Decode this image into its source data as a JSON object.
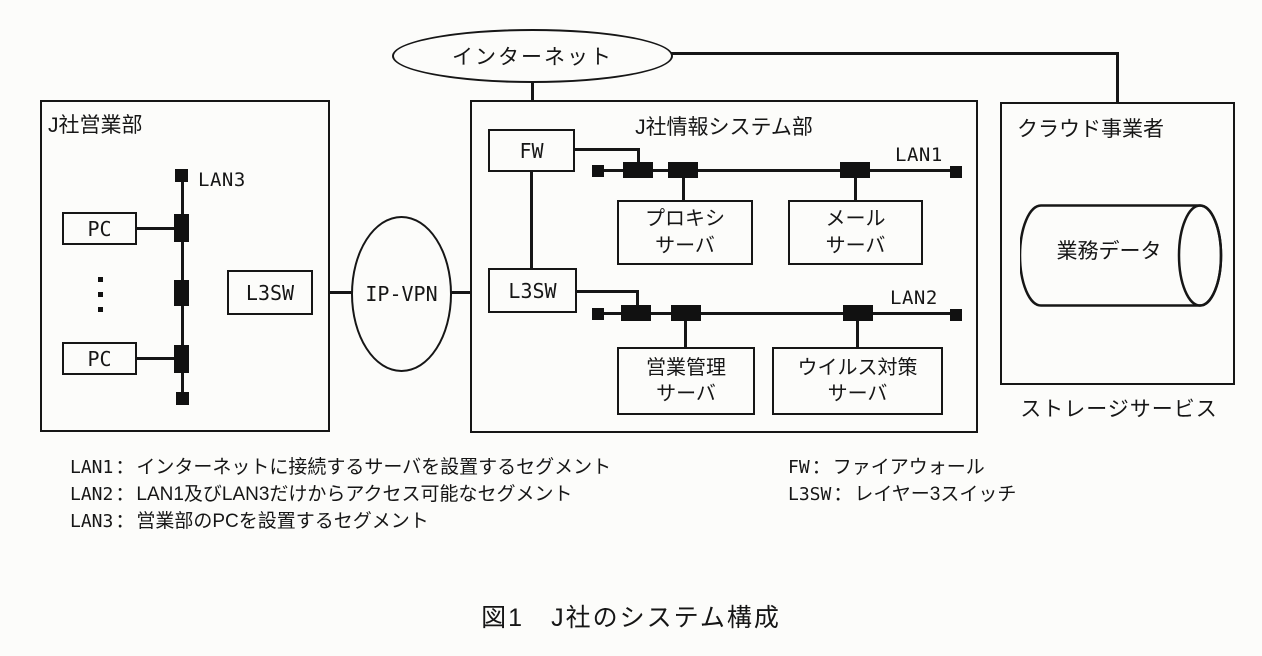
{
  "figure": {
    "internet_label": "インターネット",
    "ip_vpn_label": "IP-VPN",
    "sales_office": {
      "title": "J社営業部",
      "lan_label": "LAN3",
      "pc_top": "PC",
      "pc_bottom": "PC",
      "switch": "L3SW"
    },
    "it_office": {
      "title": "J社情報システム部",
      "firewall": "FW",
      "switch": "L3SW",
      "lan1_label": "LAN1",
      "lan2_label": "LAN2",
      "proxy_server": {
        "line1": "プロキシ",
        "line2": "サーバ"
      },
      "mail_server": {
        "line1": "メール",
        "line2": "サーバ"
      },
      "sales_mgmt_server": {
        "line1": "営業管理",
        "line2": "サーバ"
      },
      "antivirus_server": {
        "line1": "ウイルス対策",
        "line2": "サーバ"
      }
    },
    "cloud": {
      "title": "クラウド事業者",
      "data_store": "業務データ",
      "service_label": "ストレージサービス"
    },
    "legend": {
      "separator": "：",
      "left": [
        {
          "term": "LAN1",
          "desc": "インターネットに接続するサーバを設置するセグメント"
        },
        {
          "term": "LAN2",
          "desc": "LAN1及びLAN3だけからアクセス可能なセグメント"
        },
        {
          "term": "LAN3",
          "desc": "営業部のPCを設置するセグメント"
        }
      ],
      "right": [
        {
          "term": "FW",
          "desc": "ファイアウォール"
        },
        {
          "term": "L3SW",
          "desc": "レイヤー3スイッチ"
        }
      ]
    },
    "caption": "図1　J社のシステム構成"
  }
}
